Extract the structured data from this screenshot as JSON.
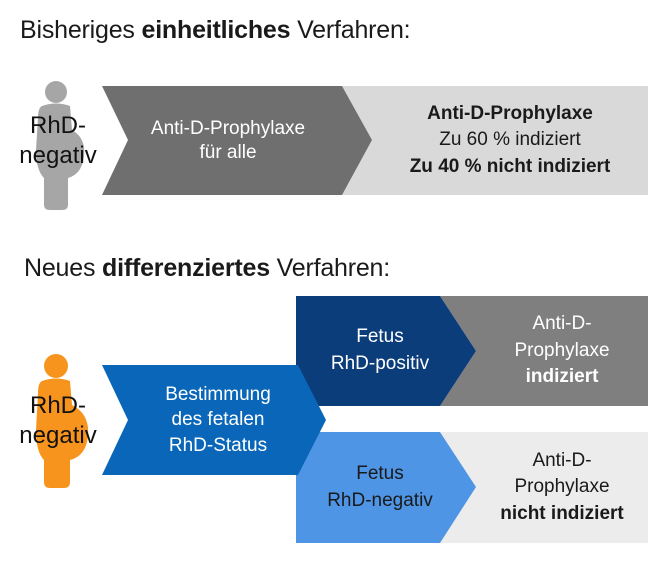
{
  "heading_1": {
    "prefix": "Bisheriges ",
    "bold": "einheitliches",
    "suffix": " Verfahren:"
  },
  "heading_2": {
    "prefix": "Neues ",
    "bold": "differenziertes",
    "suffix": " Verfahren:"
  },
  "old_process": {
    "person_label_line1": "RhD-",
    "person_label_line2": "negativ",
    "arrow_1": {
      "line1": "Anti-D-Prophylaxe",
      "line2": "für alle"
    },
    "outcome": {
      "title": "Anti-D-Prophylaxe",
      "line2": "Zu 60 % indiziert",
      "line3": "Zu 40 % nicht indiziert"
    }
  },
  "new_process": {
    "person_label_line1": "RhD-",
    "person_label_line2": "negativ",
    "test_arrow": {
      "line1": "Bestimmung",
      "line2": "des fetalen",
      "line3": "RhD-Status"
    },
    "branch_positive": {
      "fetus_line1": "Fetus",
      "fetus_line2": "RhD-positiv",
      "outcome_line1": "Anti-D-",
      "outcome_line2": "Prophylaxe",
      "outcome_line3": "indiziert"
    },
    "branch_negative": {
      "fetus_line1": "Fetus",
      "fetus_line2": "RhD-negativ",
      "outcome_line1": "Anti-D-",
      "outcome_line2": "Prophylaxe",
      "outcome_line3": "nicht indiziert"
    }
  },
  "colors": {
    "gray_arrow": "#6f6f6f",
    "light_gray_box": "#d9d9d9",
    "lighter_gray_box": "#ececec",
    "dark_gray_box": "#7f7f7f",
    "person_gray": "#a6a6a6",
    "person_orange": "#f7941d",
    "blue_mid": "#0a66b8",
    "blue_dark": "#0b3d7a",
    "blue_light": "#4f95e6"
  }
}
